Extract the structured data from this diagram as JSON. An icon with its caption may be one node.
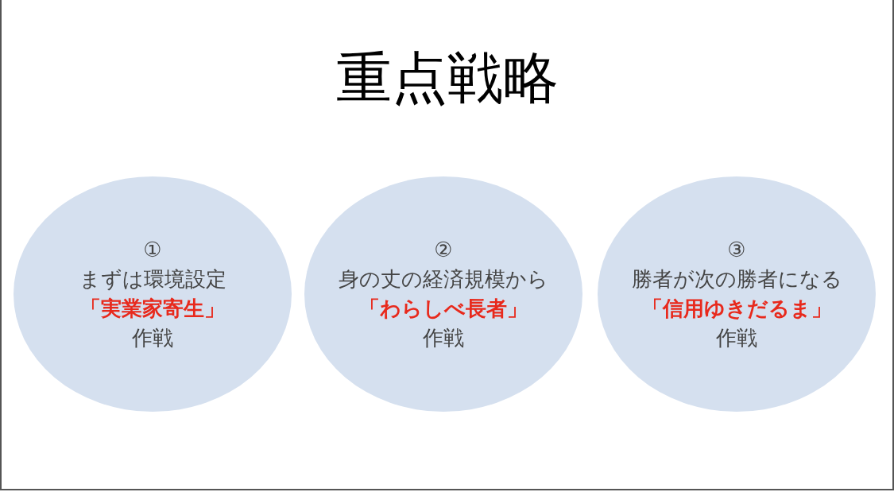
{
  "diagram": {
    "title": "重点戦略",
    "nodes": [
      {
        "text": [
          "①",
          "まずは環境設定",
          "「実業家寄生」",
          "作戦"
        ]
      },
      {
        "text": [
          "②",
          "身の丈の経済規模から",
          "「わらしべ長者」",
          "作戦"
        ]
      },
      {
        "text": [
          "③",
          "勝者が次の勝者になる",
          "「信用ゆきだるま」",
          "作戦"
        ]
      }
    ]
  }
}
